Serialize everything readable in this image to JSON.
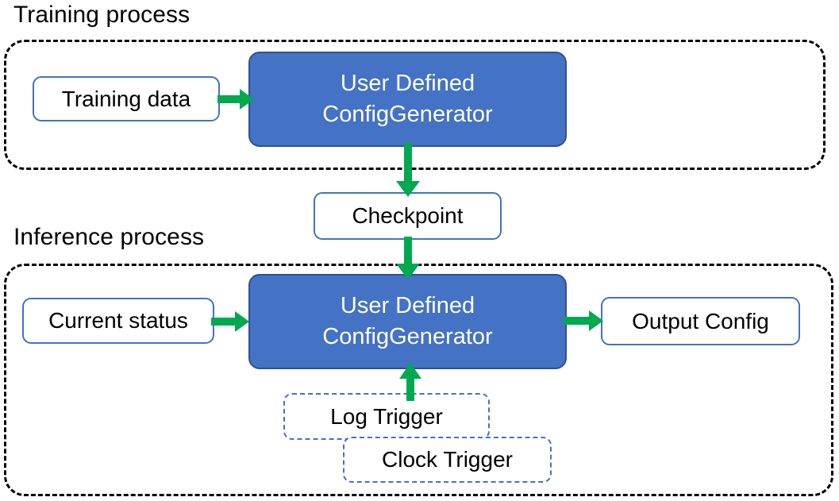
{
  "diagram": {
    "title_training": "Training process",
    "title_inference": "Inference process",
    "colors": {
      "process_fill": "#4472C4",
      "process_border": "#2F528F",
      "node_border": "#4472C4",
      "arrow_green": "#00A94F",
      "section_border": "#000000",
      "text_dark": "#000000",
      "text_light": "#FFFFFF"
    }
  },
  "training": {
    "caption": "Training process",
    "input": {
      "label": "Training data"
    },
    "process": {
      "line1": "User Defined",
      "line2": "ConfigGenerator"
    }
  },
  "bridge": {
    "checkpoint": {
      "label": "Checkpoint"
    }
  },
  "inference": {
    "caption": "Inference process",
    "input": {
      "label": "Current status"
    },
    "process": {
      "line1": "User Defined",
      "line2": "ConfigGenerator"
    },
    "output": {
      "label": "Output Config"
    },
    "triggers": [
      {
        "label": "Log Trigger"
      },
      {
        "label": "Clock Trigger"
      }
    ]
  },
  "arrows": [
    {
      "name": "training-data-to-process",
      "direction": "right"
    },
    {
      "name": "training-process-to-checkpoint",
      "direction": "down"
    },
    {
      "name": "checkpoint-to-inference-process",
      "direction": "down"
    },
    {
      "name": "current-status-to-process",
      "direction": "right"
    },
    {
      "name": "process-to-output-config",
      "direction": "right"
    },
    {
      "name": "log-trigger-to-process",
      "direction": "up"
    }
  ]
}
